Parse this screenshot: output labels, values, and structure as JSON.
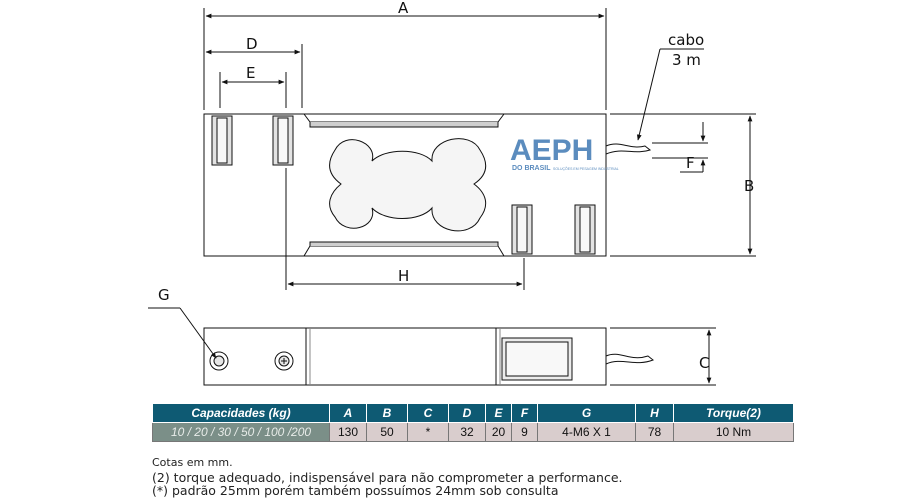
{
  "dimension_labels": {
    "A": "A",
    "B": "B",
    "C": "C",
    "D": "D",
    "E": "E",
    "F": "F",
    "G": "G",
    "H": "H"
  },
  "cable_label": {
    "line1": "cabo",
    "line2": "3 m"
  },
  "logo": {
    "text": "AEPH",
    "subtitle": "DO BRASIL",
    "tagline": "SOLUÇÕES EM PESAGEM INDUSTRIAL"
  },
  "table": {
    "headers": [
      "Capacidades (kg)",
      "A",
      "B",
      "C",
      "D",
      "E",
      "F",
      "G",
      "H",
      "Torque(2)"
    ],
    "row": [
      "10 / 20 / 30 / 50 / 100 /200",
      "130",
      "50",
      "*",
      "32",
      "20",
      "9",
      "4-M6 X 1",
      "78",
      "10 Nm"
    ]
  },
  "notes": {
    "units": "Cotas em mm.",
    "torque": "(2) torque adequado, indispensável para não comprometer a performance.",
    "pattern": "(*) padrão 25mm porém também possuímos 24mm sob consulta"
  },
  "colors": {
    "header_bg": "#0e5a73",
    "cell_bg": "#d9cdcd",
    "first_cell_bg": "#7b8f88",
    "logo": "#3f78b3"
  }
}
